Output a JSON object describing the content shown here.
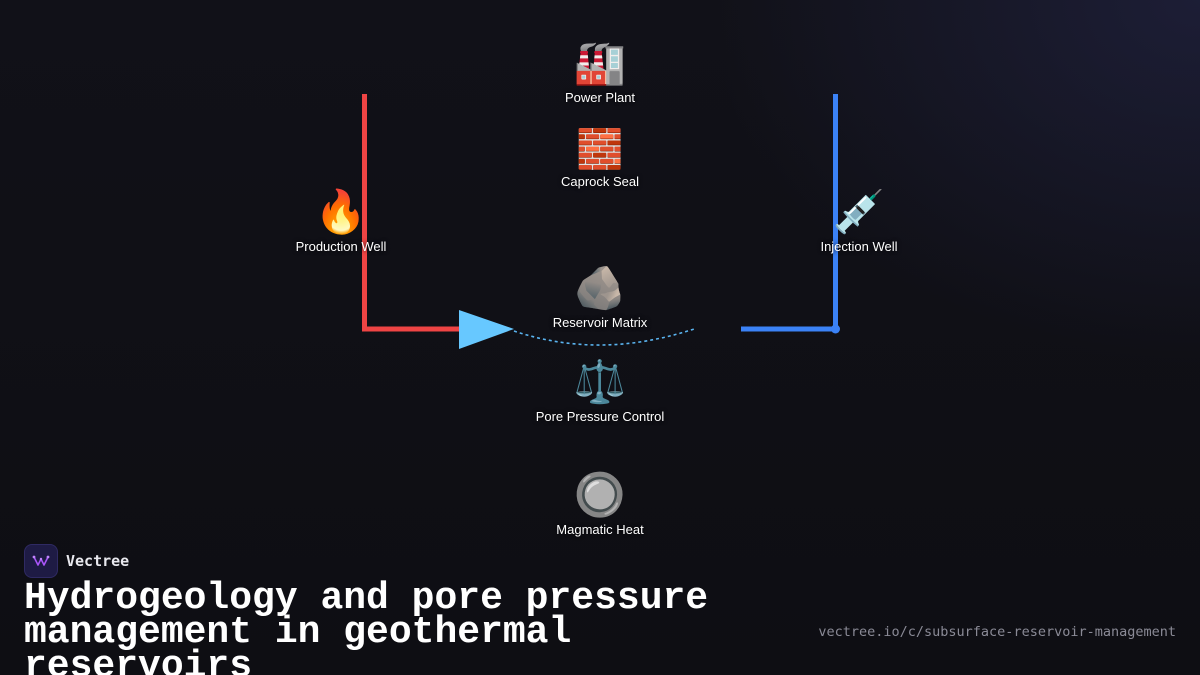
{
  "diagram": {
    "nodes": {
      "power_plant": {
        "icon": "factory-icon",
        "emoji": "🏭",
        "label": "Power Plant"
      },
      "caprock": {
        "icon": "brick-icon",
        "emoji": "🧱",
        "label": "Caprock Seal"
      },
      "production_well": {
        "icon": "fire-icon",
        "emoji": "🔥",
        "label": "Production Well"
      },
      "injection_well": {
        "icon": "syringe-icon",
        "emoji": "💉",
        "label": "Injection Well"
      },
      "reservoir": {
        "icon": "rock-icon",
        "emoji": "🪨",
        "label": "Reservoir Matrix"
      },
      "pore_pressure": {
        "icon": "balance-scale-icon",
        "emoji": "⚖️",
        "label": "Pore Pressure Control"
      },
      "magmatic_heat": {
        "icon": "radio-button-icon",
        "emoji": "🔘",
        "label": "Magmatic Heat"
      }
    },
    "colors": {
      "production_pipe": "#ef4444",
      "injection_pipe": "#3b82f6",
      "flow_arrow": "#67c8ff",
      "flow_path": "#5ab4f0"
    }
  },
  "brand": {
    "name": "Vectree",
    "logo_icon": "vectree-logo-icon"
  },
  "title": "Hydrogeology and pore pressure management in geothermal reservoirs",
  "url": "vectree.io/c/subsurface-reservoir-management"
}
